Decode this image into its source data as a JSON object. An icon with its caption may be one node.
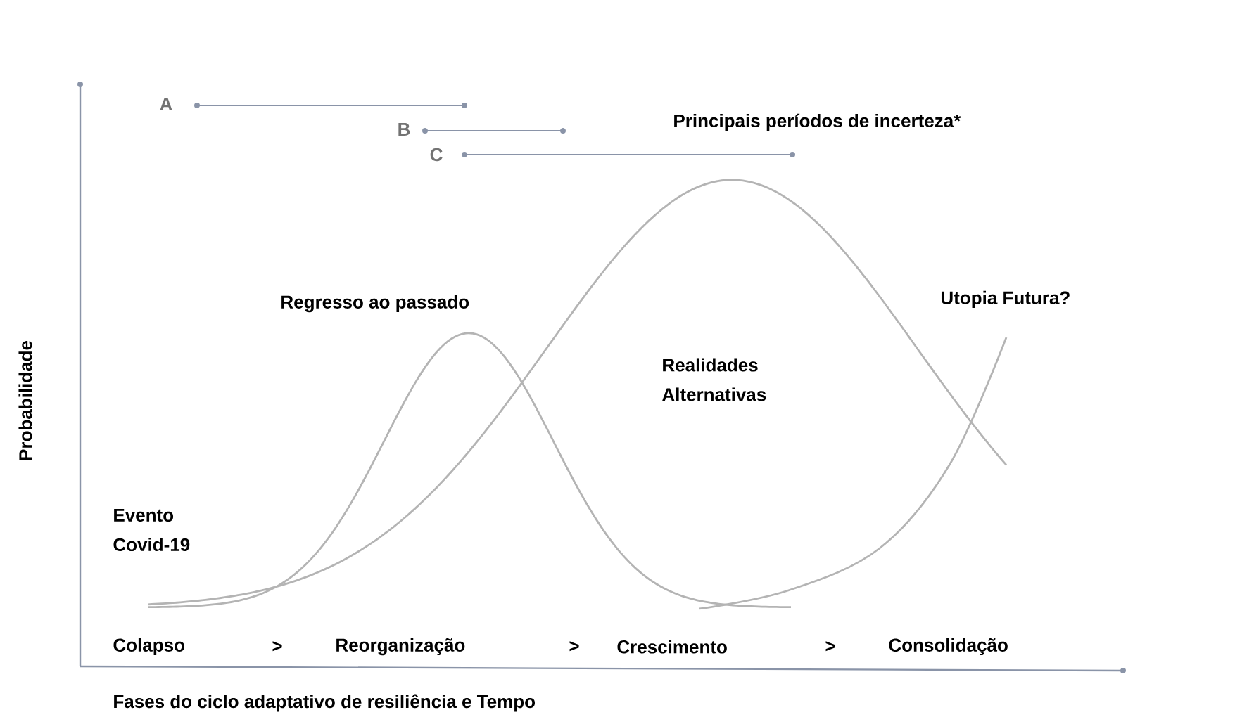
{
  "diagram": {
    "labels": [
      "A",
      "B",
      "C",
      "Principais períodos de incerteza*",
      "Regresso ao passado",
      "Utopia Futura?",
      "Realidades Alternativas",
      "Probabilidade",
      "Evento Covid-19",
      "Colapso",
      ">",
      "Reorganização",
      ">",
      "Crescimento",
      ">",
      "Consolidação",
      "Fases do ciclo adaptativo de resiliência e Tempo"
    ]
  }
}
